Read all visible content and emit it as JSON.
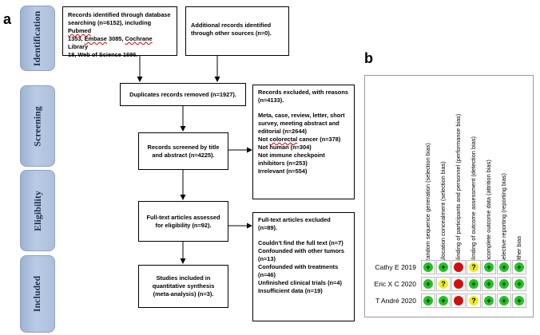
{
  "panels": {
    "a": "a",
    "b": "b"
  },
  "phases": [
    "Identification",
    "Screening",
    "Eligibility",
    "Included"
  ],
  "flow": {
    "identified": {
      "l1": "Records identified through database",
      "l2a": "searching (n=6152), including ",
      "l2b": "Pubmed",
      "l3a": "1353, ",
      "l3b": "Embase",
      "l3c": " 3085, ",
      "l3d": "Cochrane",
      "l3e": " Library",
      "l4": "18, Web of Science 1696."
    },
    "additional": {
      "l1": "Additional records identified",
      "l2": "through other sources (n=0)."
    },
    "duplicates": "Duplicates records removed (n=1927).",
    "screened": {
      "l1": "Records screened by title",
      "l2": "and abstract (n=4225)."
    },
    "excluded1": {
      "l1": "Records excluded, with reasons",
      "l2": "(n=4133).",
      "l3": "Meta, case, review, letter, short",
      "l4": "survey, meeting abstract and",
      "l5": "editorial (n=2644)",
      "l6a": "Not ",
      "l6b": "colorectal",
      "l6c": " cancer (n=378)",
      "l7": "Not human (n=304)",
      "l8": "Not immune checkpoint",
      "l9": "inhibitors (n=253)",
      "l10": "Irrelevant (n=554)"
    },
    "fulltext": {
      "l1": "Full-text articles assessed",
      "l2": "for eligibility (n=92)."
    },
    "excluded2": {
      "l1": "Full-text articles excluded",
      "l2": "(n=89).",
      "l3": "Couldn't find the full text (n=7)",
      "l4": "Confounded with other tumors",
      "l5": "(n=13)",
      "l6": "Confounded with treatments",
      "l7": "(n=46)",
      "l8": "Unfinished clinical trials (n=4)",
      "l9": "Insufficient data (n=19)"
    },
    "included": {
      "l1": "Studies included in",
      "l2": "quantitative synthesis",
      "l3": "(meta-analysis) (n=3)."
    }
  },
  "risk_of_bias": {
    "domains": [
      "Random sequence generation (selection bias)",
      "Allocation concealment (selection bias)",
      "Blinding of participants and personnel (performance bias)",
      "Blinding of outcome assessment (detection bias)",
      "Incomplete outcome data (attrition bias)",
      "Selective reporting (reporting bias)",
      "Other bias"
    ],
    "studies": [
      "Cathy E 2019",
      "Eric X C 2020",
      "T André 2020"
    ],
    "symbols": {
      "low": "+",
      "unclear": "?",
      "high": ""
    },
    "colors": {
      "low": "#22c322",
      "unclear": "#ecec22",
      "high": "#d20f0f"
    },
    "judgements": [
      [
        "low",
        "low",
        "high",
        "unclear",
        "low",
        "low",
        "low"
      ],
      [
        "low",
        "unclear",
        "high",
        "low",
        "low",
        "low",
        "low"
      ],
      [
        "low",
        "low",
        "high",
        "unclear",
        "low",
        "low",
        "low"
      ]
    ]
  }
}
